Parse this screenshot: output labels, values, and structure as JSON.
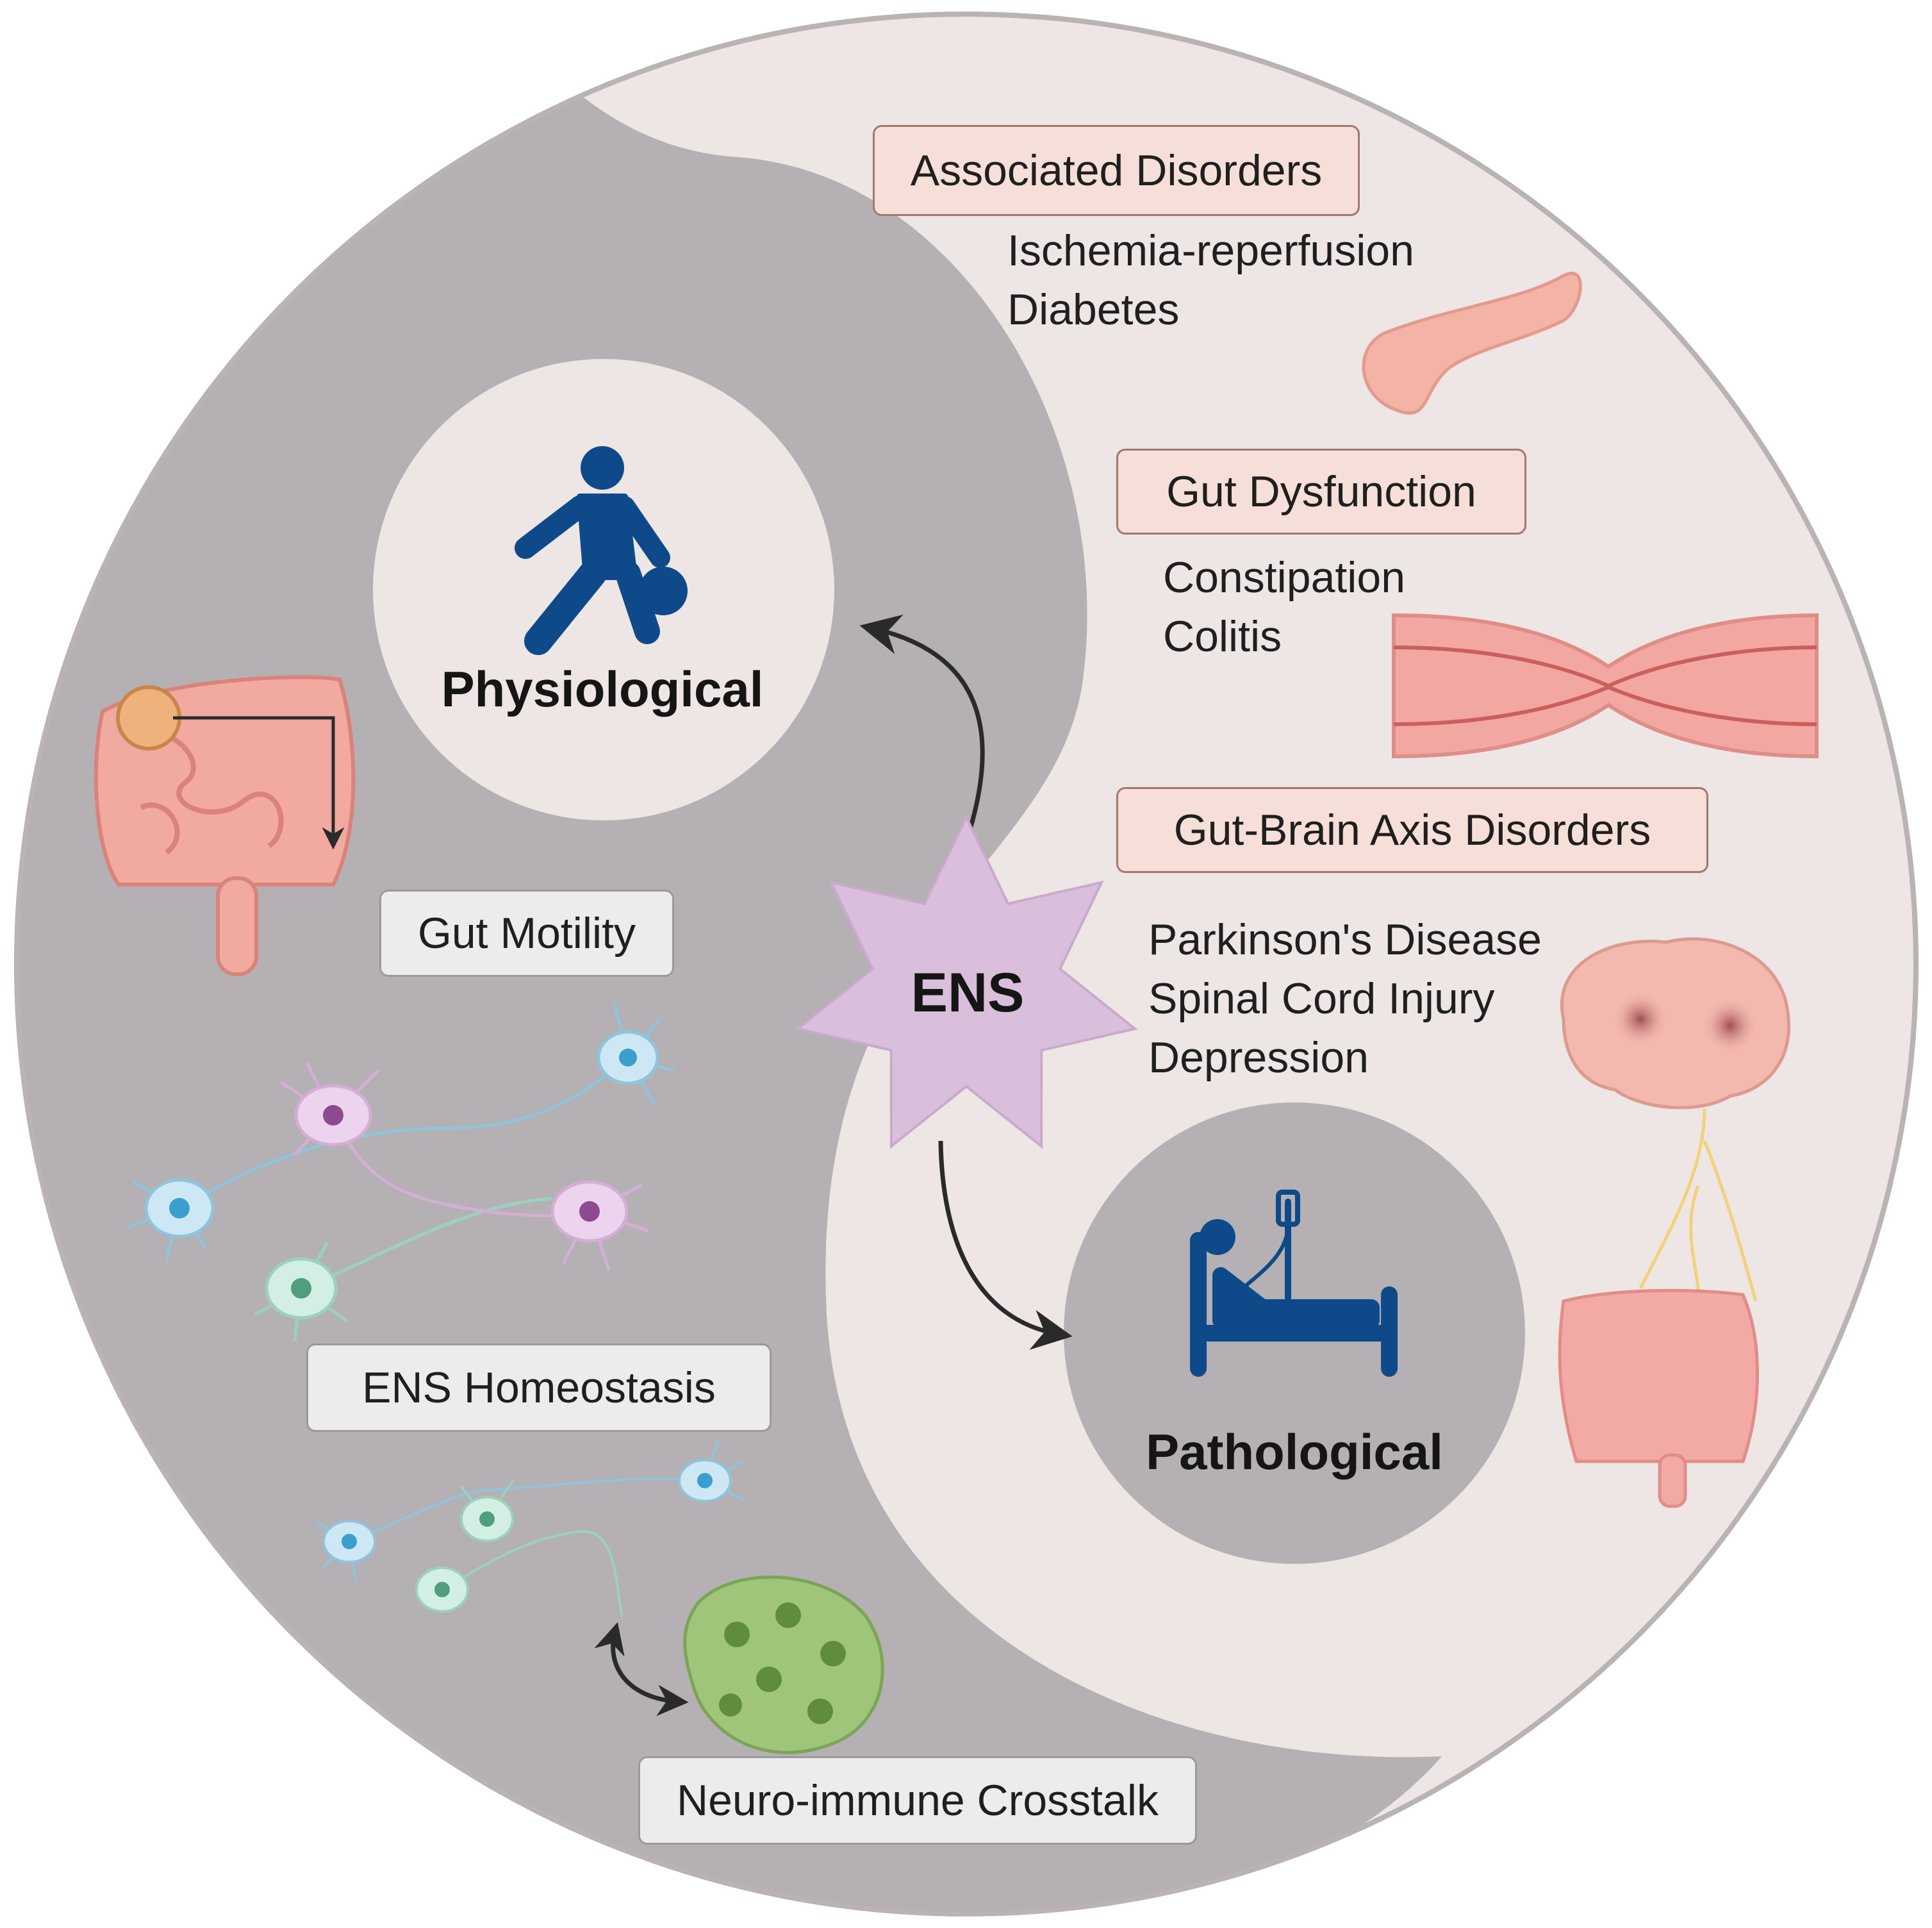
{
  "center": {
    "label": "ENS"
  },
  "physiological": {
    "title": "Physiological"
  },
  "pathological": {
    "title": "Pathological"
  },
  "physiological_topics": {
    "gut_motility": "Gut Motility",
    "ens_homeostasis": "ENS Homeostasis",
    "neuro_immune": "Neuro-immune Crosstalk"
  },
  "pathological_topics": [
    {
      "heading": "Associated Disorders",
      "items": [
        "Ischemia-reperfusion",
        "Diabetes"
      ]
    },
    {
      "heading": "Gut Dysfunction",
      "items": [
        "Constipation",
        "Colitis"
      ]
    },
    {
      "heading": "Gut-Brain Axis Disorders",
      "items": [
        "Parkinson's Disease",
        "Spinal Cord Injury",
        "Depression"
      ]
    }
  ],
  "colors": {
    "outer_light": "#ede6e4",
    "inner_dark": "#b5b0b3",
    "icon_blue": "#0e4a8a",
    "star": "#d9bfdc",
    "pink_box": "#f6dfd8",
    "grey_box": "#ececec"
  },
  "icons": [
    "walking-person-with-ball-icon",
    "patient-in-bed-with-iv-icon",
    "intestine-icon",
    "pancreas-icon",
    "narrowed-colon-icon",
    "brain-gut-icon",
    "neuron-network-icon",
    "immune-cell-cluster-icon"
  ]
}
